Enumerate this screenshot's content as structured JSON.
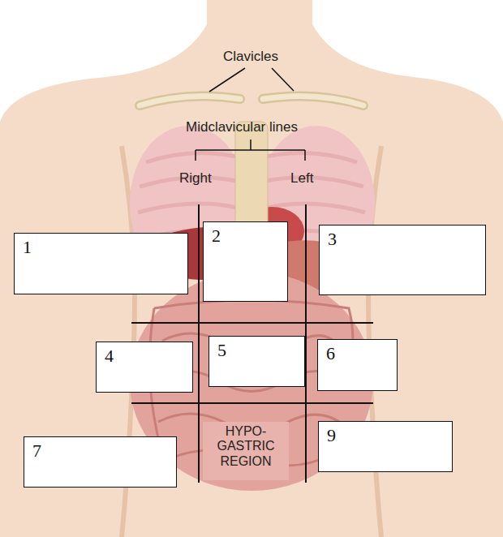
{
  "diagram": {
    "nodes": [
      {
        "text": [
          "1"
        ]
      },
      {
        "text": [
          "2"
        ]
      },
      {
        "text": [
          "3"
        ]
      },
      {
        "text": [
          "4"
        ]
      },
      {
        "text": [
          "5"
        ]
      },
      {
        "text": [
          "6"
        ]
      },
      {
        "text": [
          "7"
        ]
      },
      {
        "text": [
          "9"
        ]
      }
    ],
    "labels": [
      "Clavicles",
      "Midclavicular lines",
      "Right",
      "Left",
      "HYPO- GASTRIC REGION"
    ]
  }
}
